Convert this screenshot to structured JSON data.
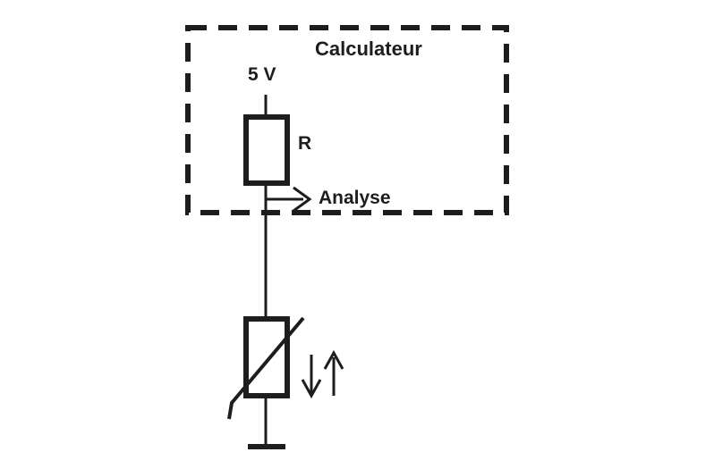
{
  "diagram": {
    "title": "Calculateur",
    "labels": {
      "supply": "5 V",
      "resistor": "R",
      "analyse": "Analyse"
    },
    "icons": {
      "analyse_arrow": "right-arrow",
      "variation_down": "down-arrow",
      "variation_up": "up-arrow",
      "ground": "ground-symbol",
      "thermistor": "variable-resistor-diagonal"
    },
    "colors": {
      "ink": "#1d1d1b",
      "background": "#ffffff"
    }
  }
}
